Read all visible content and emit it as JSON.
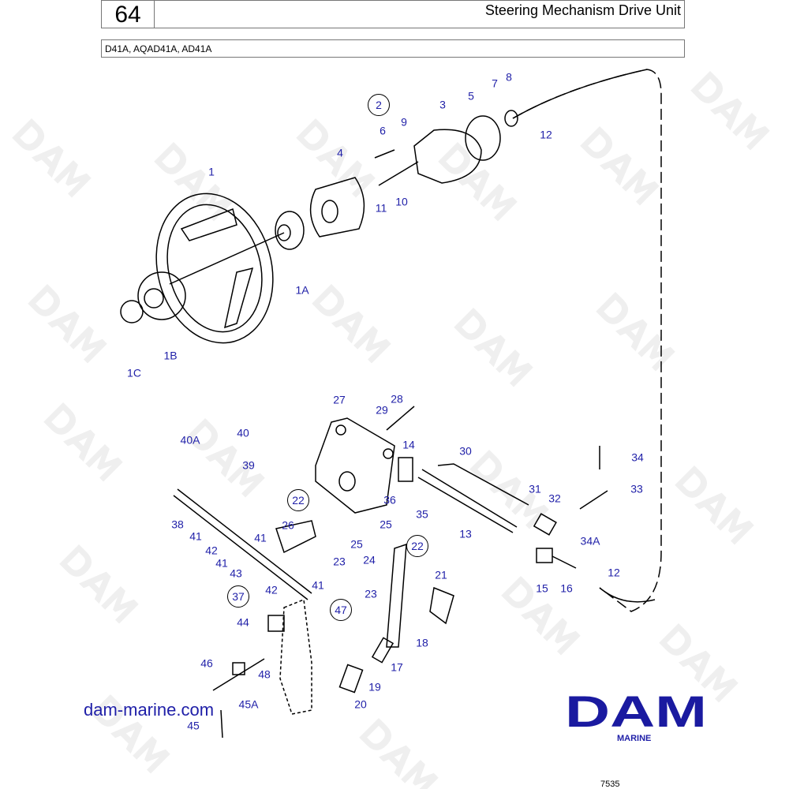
{
  "header": {
    "page_number": "64",
    "title": "Steering Mechanism Drive Unit",
    "models": "D41A, AQAD41A, AD41A"
  },
  "labels": [
    {
      "text": "1"
    },
    {
      "text": "2",
      "circled": true
    },
    {
      "text": "3"
    },
    {
      "text": "4"
    },
    {
      "text": "5"
    },
    {
      "text": "6"
    },
    {
      "text": "7"
    },
    {
      "text": "8"
    },
    {
      "text": "9"
    },
    {
      "text": "10"
    },
    {
      "text": "11"
    },
    {
      "text": "12"
    },
    {
      "text": "1A"
    },
    {
      "text": "1B"
    },
    {
      "text": "1C"
    },
    {
      "text": "27"
    },
    {
      "text": "28"
    },
    {
      "text": "29"
    },
    {
      "text": "14"
    },
    {
      "text": "30"
    },
    {
      "text": "34"
    },
    {
      "text": "40"
    },
    {
      "text": "40A"
    },
    {
      "text": "39"
    },
    {
      "text": "33"
    },
    {
      "text": "31"
    },
    {
      "text": "32"
    },
    {
      "text": "36"
    },
    {
      "text": "35"
    },
    {
      "text": "22",
      "circled": true
    },
    {
      "text": "26"
    },
    {
      "text": "25"
    },
    {
      "text": "38"
    },
    {
      "text": "41"
    },
    {
      "text": "13"
    },
    {
      "text": "34A"
    },
    {
      "text": "42"
    },
    {
      "text": "25"
    },
    {
      "text": "24"
    },
    {
      "text": "23"
    },
    {
      "text": "22",
      "circled": true
    },
    {
      "text": "41"
    },
    {
      "text": "41"
    },
    {
      "text": "43"
    },
    {
      "text": "21"
    },
    {
      "text": "42"
    },
    {
      "text": "41"
    },
    {
      "text": "15"
    },
    {
      "text": "16"
    },
    {
      "text": "12"
    },
    {
      "text": "37",
      "circled": true
    },
    {
      "text": "47",
      "circled": true
    },
    {
      "text": "23"
    },
    {
      "text": "44"
    },
    {
      "text": "18"
    },
    {
      "text": "17"
    },
    {
      "text": "46"
    },
    {
      "text": "48"
    },
    {
      "text": "19"
    },
    {
      "text": "20"
    },
    {
      "text": "45A"
    },
    {
      "text": "45"
    }
  ],
  "footer": {
    "website": "dam-marine.com",
    "logo_text": "DAM",
    "logo_subtitle": "MARINE",
    "reference": "7535",
    "watermark": "DAM"
  },
  "colors": {
    "label": "#1f1fa8",
    "logo": "#1a1aa0"
  }
}
